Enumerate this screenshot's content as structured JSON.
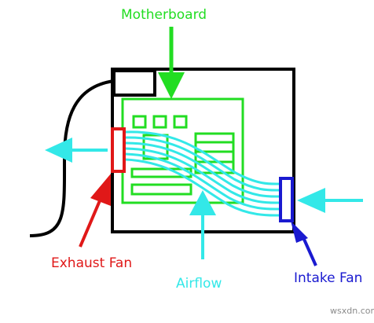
{
  "labels": {
    "motherboard": "Motherboard",
    "exhaust_fan": "Exhaust Fan",
    "airflow": "Airflow",
    "intake_fan": "Intake Fan"
  },
  "watermark": "wsxdn.com",
  "colors": {
    "case": "#000000",
    "motherboard": "#22dd22",
    "airflow": "#33e8e8",
    "exhaust": "#e01818",
    "intake": "#1a1ad0",
    "watermark": "#8a8a8a"
  }
}
